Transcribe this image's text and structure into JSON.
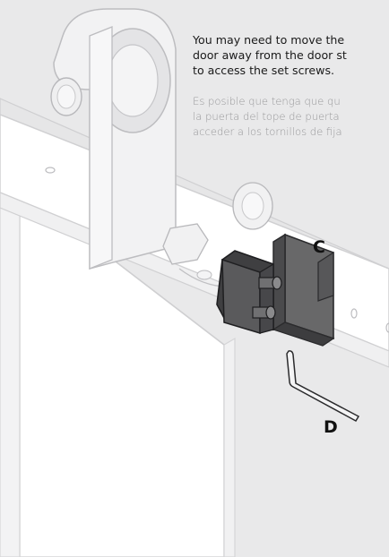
{
  "instructions": {
    "english": [
      "You may need to move the",
      "door away from the door st",
      "to access the set screws."
    ],
    "spanish": [
      "Es posible que tenga que qu",
      "la puerta del tope de puerta",
      "acceder a los tornillos de fija"
    ]
  },
  "callouts": {
    "c": "C",
    "d": "D"
  }
}
